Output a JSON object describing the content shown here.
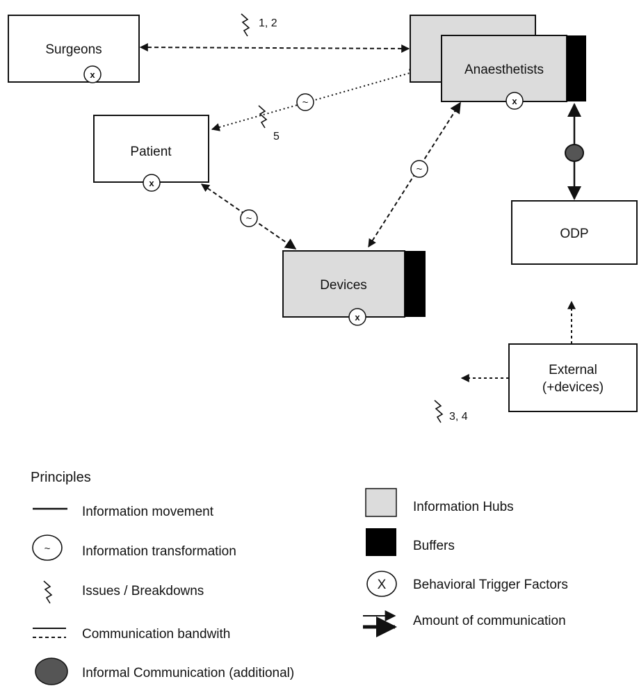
{
  "nodes": {
    "surgeons": "Surgeons",
    "anaesthetists": "Anaesthetists",
    "patient": "Patient",
    "devices": "Devices",
    "odp": "ODP",
    "external_line1": "External",
    "external_line2": "(+devices)"
  },
  "badges": {
    "trigger": "x",
    "transformation": "~"
  },
  "annotations": {
    "breakdown_a": "1, 2",
    "breakdown_b": "5",
    "breakdown_c": "3, 4"
  },
  "legend": {
    "title": "Principles",
    "items": {
      "movement": "Information movement",
      "transformation": "Information transformation",
      "issues": "Issues / Breakdowns",
      "bandwidth": "Communication bandwith",
      "informal": "Informal Communication (additional)",
      "hubs": "Information Hubs",
      "buffers": "Buffers",
      "trigger_symbol": "X",
      "trigger": "Behavioral Trigger Factors",
      "amount": "Amount of communication"
    }
  },
  "colors": {
    "hub_fill": "#dcdcdc",
    "buffer": "#000000",
    "informal_dot": "#555555",
    "line": "#111111"
  }
}
